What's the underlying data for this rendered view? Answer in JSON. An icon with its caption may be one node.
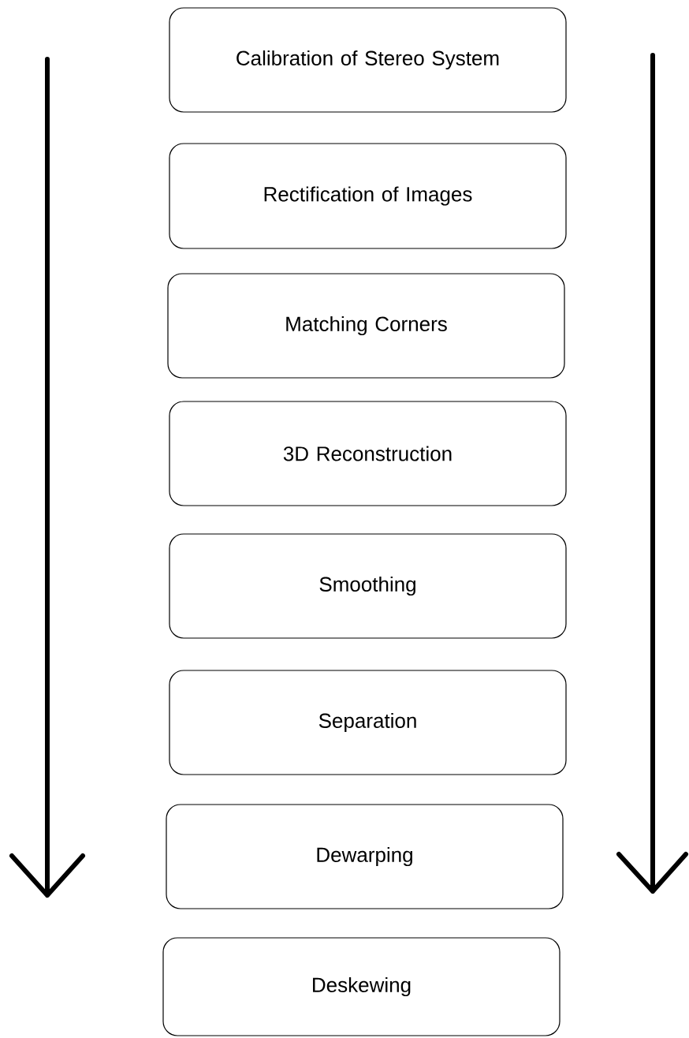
{
  "diagram": {
    "nodes": [
      {
        "text": [
          "Calibration of Stereo System"
        ]
      },
      {
        "text": [
          "Rectification of Images"
        ]
      },
      {
        "text": [
          "Matching Corners"
        ]
      },
      {
        "text": [
          "3D Reconstruction"
        ]
      },
      {
        "text": [
          "Smoothing"
        ]
      },
      {
        "text": [
          "Separation"
        ]
      },
      {
        "text": [
          "Dewarping"
        ]
      },
      {
        "text": [
          "Deskewing"
        ]
      }
    ]
  }
}
